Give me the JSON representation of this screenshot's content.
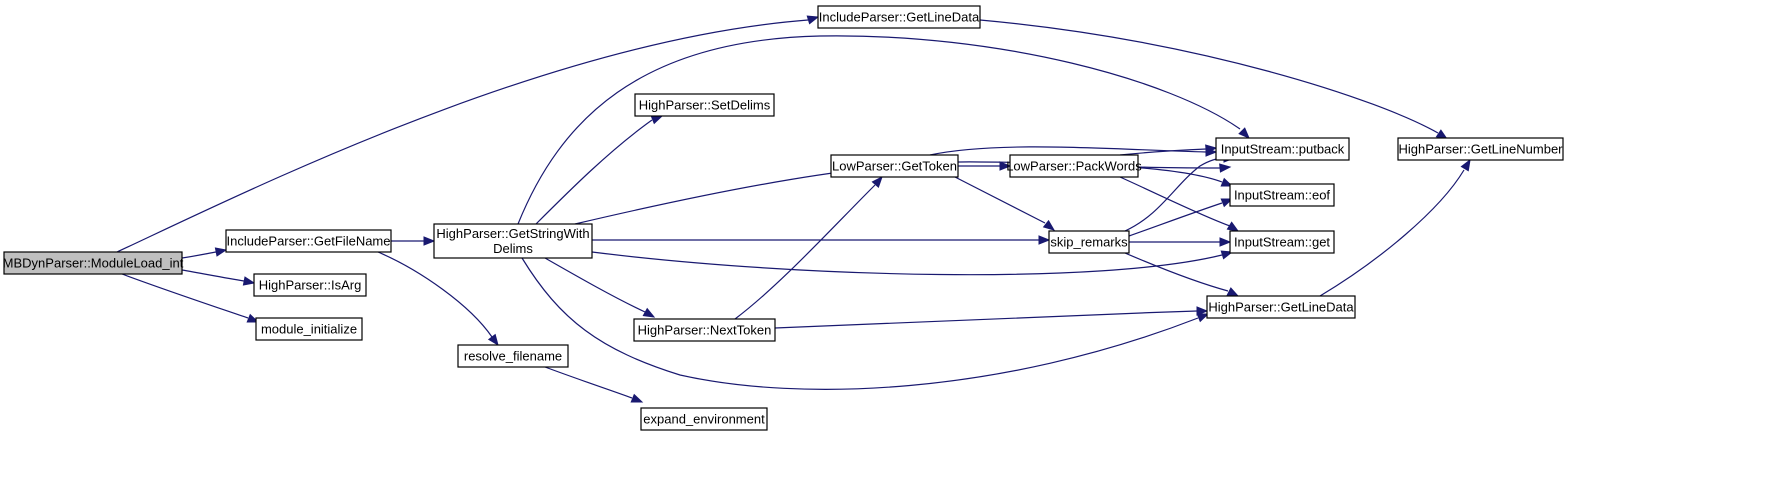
{
  "nodes": [
    {
      "id": "root",
      "lines": [
        "MBDynParser::ModuleLoad_int"
      ]
    },
    {
      "id": "inc_getfilename",
      "lines": [
        "IncludeParser::GetFileName"
      ]
    },
    {
      "id": "hp_isarg",
      "lines": [
        "HighParser::IsArg"
      ]
    },
    {
      "id": "module_initialize",
      "lines": [
        "module_initialize"
      ]
    },
    {
      "id": "inc_getlinedata",
      "lines": [
        "IncludeParser::GetLineData"
      ]
    },
    {
      "id": "hp_getstringwithdelims",
      "lines": [
        "HighParser::GetStringWith",
        "Delims"
      ]
    },
    {
      "id": "resolve_filename",
      "lines": [
        "resolve_filename"
      ]
    },
    {
      "id": "expand_environment",
      "lines": [
        "expand_environment"
      ]
    },
    {
      "id": "hp_setdelims",
      "lines": [
        "HighParser::SetDelims"
      ]
    },
    {
      "id": "hp_nexttoken",
      "lines": [
        "HighParser::NextToken"
      ]
    },
    {
      "id": "lp_gettoken",
      "lines": [
        "LowParser::GetToken"
      ]
    },
    {
      "id": "lp_packwords",
      "lines": [
        "LowParser::PackWords"
      ]
    },
    {
      "id": "skip_remarks",
      "lines": [
        "skip_remarks"
      ]
    },
    {
      "id": "is_putback",
      "lines": [
        "InputStream::putback"
      ]
    },
    {
      "id": "is_eof",
      "lines": [
        "InputStream::eof"
      ]
    },
    {
      "id": "is_get",
      "lines": [
        "InputStream::get"
      ]
    },
    {
      "id": "hp_getlinedata",
      "lines": [
        "HighParser::GetLineData"
      ]
    },
    {
      "id": "hp_getlinenumber",
      "lines": [
        "HighParser::GetLineNumber"
      ]
    }
  ],
  "edges": [
    {
      "from": "root",
      "to": "inc_getlinedata"
    },
    {
      "from": "root",
      "to": "inc_getfilename"
    },
    {
      "from": "root",
      "to": "hp_isarg"
    },
    {
      "from": "root",
      "to": "module_initialize"
    },
    {
      "from": "inc_getlinedata",
      "to": "hp_getlinenumber"
    },
    {
      "from": "inc_getfilename",
      "to": "hp_getstringwithdelims"
    },
    {
      "from": "inc_getfilename",
      "to": "resolve_filename"
    },
    {
      "from": "resolve_filename",
      "to": "expand_environment"
    },
    {
      "from": "hp_getstringwithdelims",
      "to": "is_putback"
    },
    {
      "from": "hp_getstringwithdelims",
      "to": "hp_setdelims"
    },
    {
      "from": "hp_getstringwithdelims",
      "to": "is_eof"
    },
    {
      "from": "hp_getstringwithdelims",
      "to": "skip_remarks"
    },
    {
      "from": "hp_getstringwithdelims",
      "to": "is_get"
    },
    {
      "from": "hp_getstringwithdelims",
      "to": "hp_nexttoken"
    },
    {
      "from": "hp_getstringwithdelims",
      "to": "hp_getlinedata"
    },
    {
      "from": "hp_nexttoken",
      "to": "lp_gettoken"
    },
    {
      "from": "hp_nexttoken",
      "to": "hp_getlinedata"
    },
    {
      "from": "lp_gettoken",
      "to": "lp_packwords"
    },
    {
      "from": "lp_gettoken",
      "to": "is_putback"
    },
    {
      "from": "lp_gettoken",
      "to": "skip_remarks"
    },
    {
      "from": "lp_packwords",
      "to": "is_putback"
    },
    {
      "from": "lp_packwords",
      "to": "is_eof"
    },
    {
      "from": "lp_packwords",
      "to": "is_get"
    },
    {
      "from": "skip_remarks",
      "to": "is_putback"
    },
    {
      "from": "skip_remarks",
      "to": "is_eof"
    },
    {
      "from": "skip_remarks",
      "to": "is_get"
    },
    {
      "from": "skip_remarks",
      "to": "hp_getlinedata"
    },
    {
      "from": "hp_getlinedata",
      "to": "hp_getlinenumber"
    }
  ]
}
